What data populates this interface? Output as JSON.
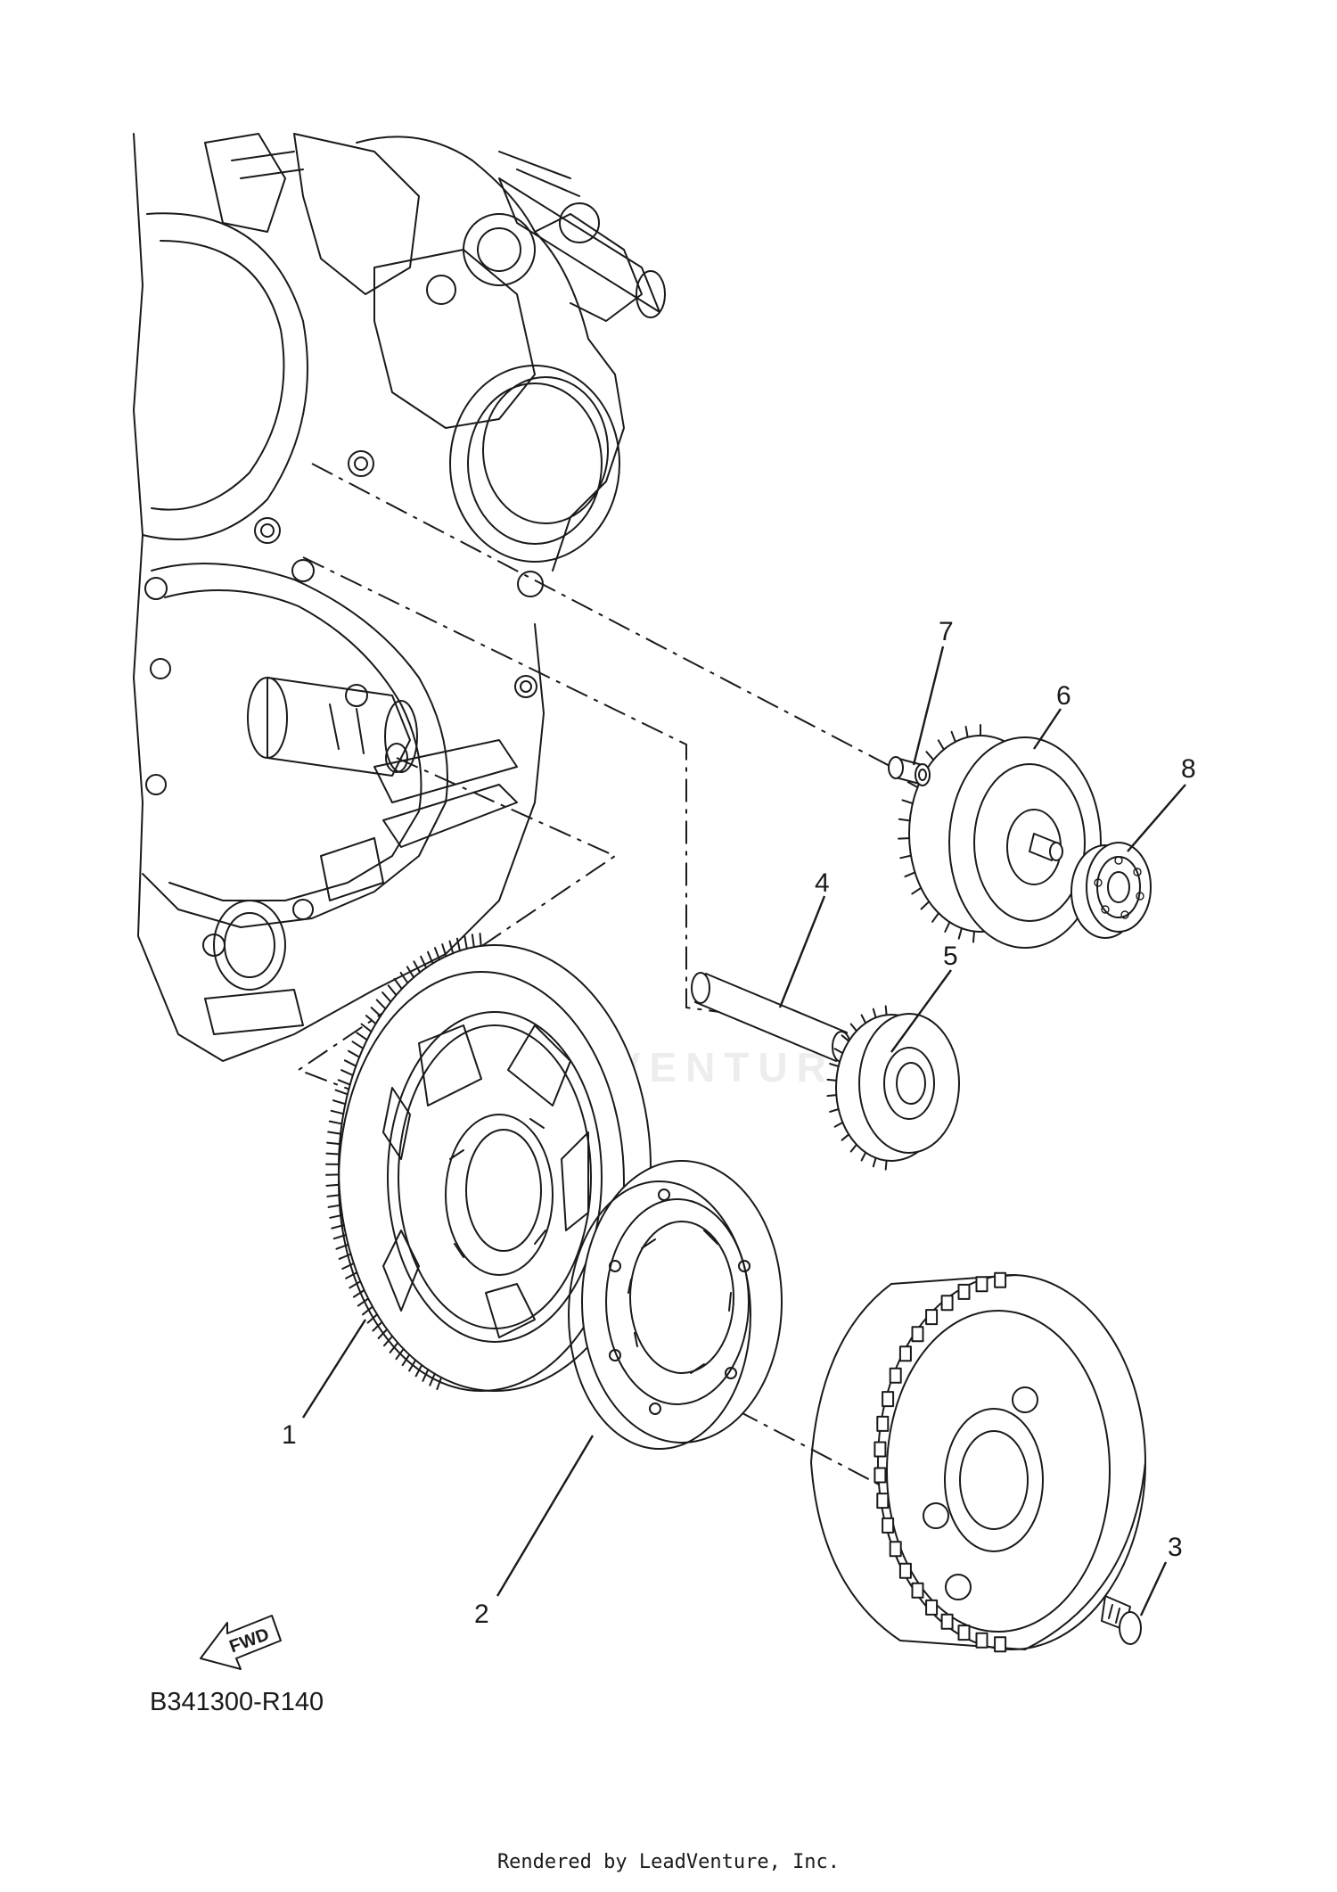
{
  "diagram_code": "B341300-R140",
  "footer_credit": "Rendered by LeadVenture, Inc.",
  "watermark_text": "LEADVENTURE",
  "direction_marker": "FWD",
  "parts": [
    {
      "number": "1"
    },
    {
      "number": "2"
    },
    {
      "number": "3"
    },
    {
      "number": "4"
    },
    {
      "number": "5"
    },
    {
      "number": "6"
    },
    {
      "number": "7"
    },
    {
      "number": "8"
    }
  ]
}
